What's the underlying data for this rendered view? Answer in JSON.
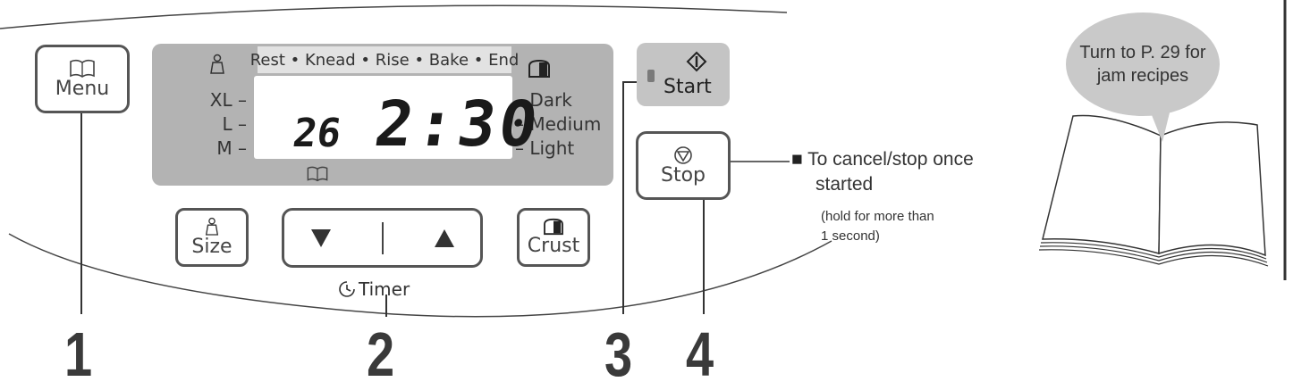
{
  "menu_button": {
    "label": "Menu",
    "icon": "book-icon"
  },
  "display": {
    "stages": "Rest • Knead • Rise • Bake • End",
    "sizes": [
      "XL –",
      "L –",
      "M –"
    ],
    "crusts": [
      "– Dark",
      "– Medium",
      "– Light"
    ],
    "menu_number": "26",
    "time": "2:30"
  },
  "size_button": {
    "label": "Size",
    "icon": "weight-icon"
  },
  "crust_button": {
    "label": "Crust",
    "icon": "bread-icon"
  },
  "timer": {
    "label": "Timer",
    "down_icon": "triangle-down-icon",
    "up_icon": "triangle-up-icon"
  },
  "start_button": {
    "label": "Start",
    "icon": "start-diamond-icon",
    "indicator_color": "#7a7a7a"
  },
  "stop_button": {
    "label": "Stop",
    "icon": "stop-circle-icon"
  },
  "stop_note": {
    "bullet": "■",
    "line1": "To cancel/stop once",
    "line2": "started",
    "line3": "(hold for more than",
    "line4": "1 second)"
  },
  "callouts": [
    "1",
    "2",
    "3",
    "4"
  ],
  "recipe_bubble": {
    "line1": "Turn to P. 29 for",
    "line2": "jam recipes"
  },
  "colors": {
    "panel": "#b3b3b3",
    "start_bg": "#c4c4c4",
    "bubble": "#c9c9c9",
    "outline": "#555555"
  }
}
